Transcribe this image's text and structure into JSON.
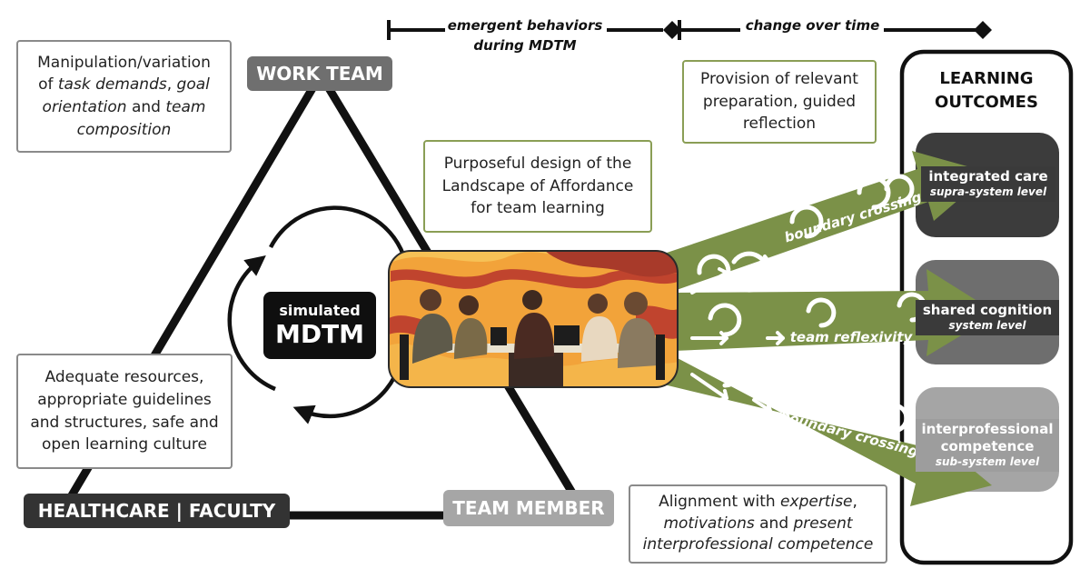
{
  "timeline": {
    "segment1": "emergent behaviors during MDTM",
    "segment2": "change over time"
  },
  "triangle": {
    "top": "WORK TEAM",
    "bottom_left": "HEALTHCARE | FACULTY",
    "bottom_right": "TEAM MEMBER"
  },
  "center": {
    "line1": "simulated",
    "line2": "MDTM",
    "illustration": "team-meeting-illustration"
  },
  "boxes": {
    "manipulation": [
      "Manipulation/variation",
      "of",
      "task demands",
      "goal",
      "orientation",
      "and",
      "team",
      "composition"
    ],
    "resources": [
      "Adequate resources,",
      "appropriate guidelines",
      "and structures, safe and",
      "open learning culture"
    ],
    "design": [
      "Purposeful design of the",
      "Landscape of Affordance",
      "for team learning"
    ],
    "provision": [
      "Provision of relevant",
      "preparation, guided",
      "reflection"
    ],
    "alignment": [
      "Alignment with",
      "expertise",
      "motivations",
      "and",
      "present",
      "interprofessional competence"
    ]
  },
  "arrows": {
    "top": "boundary crossing",
    "middle": "team reflexivity",
    "bottom": "boundary crossing"
  },
  "outcomes": {
    "title_line1": "LEARNING",
    "title_line2": "OUTCOMES",
    "items": [
      {
        "name": "integrated care",
        "level": "supra-system level"
      },
      {
        "name": "shared cognition",
        "level": "system level"
      },
      {
        "name_line1": "interprofessional",
        "name_line2": "competence",
        "level": "sub-system level"
      }
    ]
  },
  "colors": {
    "arrow_green": "#7b9148",
    "box_green_border": "#8a9e55",
    "dark_label": "#333333",
    "mid_label": "#6f6f6f",
    "light_label": "#a6a6a6",
    "outcome_dark": "#3c3c3c",
    "outcome_mid": "#6e6e6e",
    "outcome_light": "#a5a5a5",
    "illustration_orange": "#f2a33a",
    "illustration_red": "#c0442e"
  }
}
